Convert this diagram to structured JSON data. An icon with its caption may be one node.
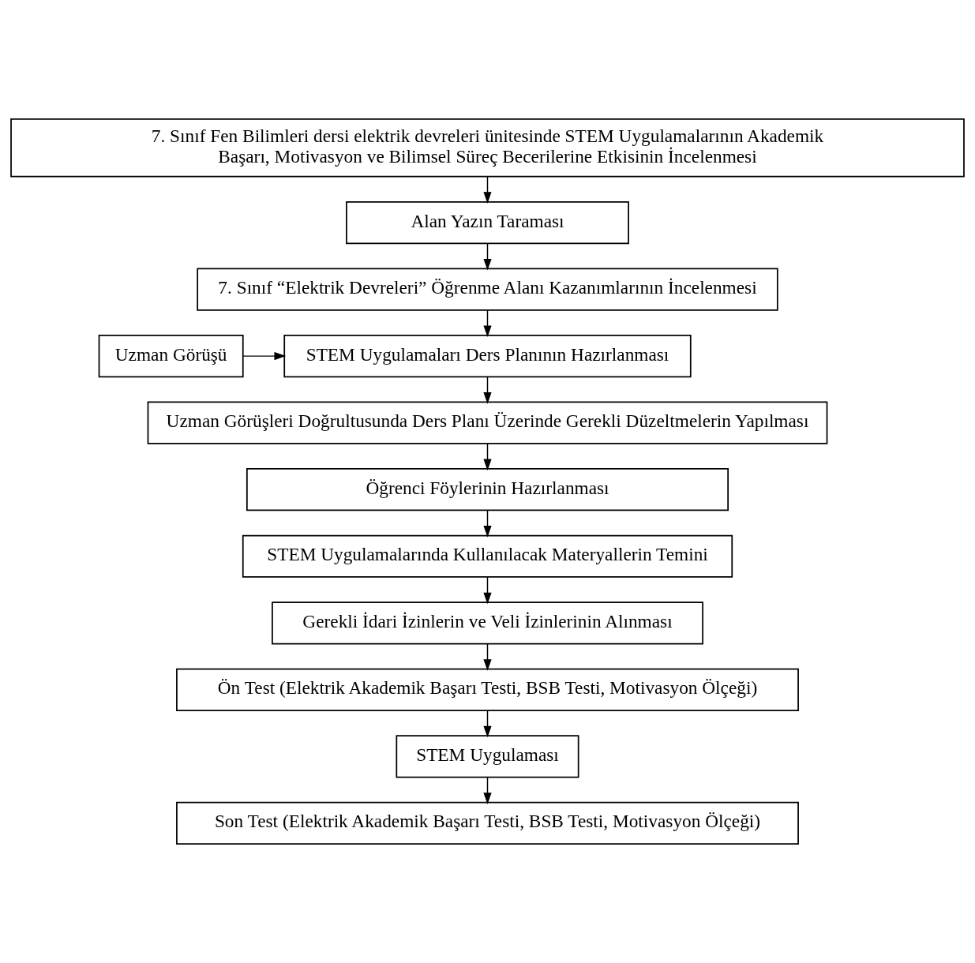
{
  "diagram": {
    "nodes": [
      {
        "text": [
          "7. Sınıf Fen Bilimleri dersi elektrik devreleri ünitesinde STEM Uygulamalarının Akademik Başarı, Motivasyon ve Bilimsel Süreç Becerilerine Etkisinin İncelenmesi"
        ]
      },
      {
        "text": [
          "Alan Yazın Taraması"
        ]
      },
      {
        "text": [
          "7. Sınıf “Elektrik Devreleri” Öğrenme Alanı Kazanımlarının İncelenmesi"
        ]
      },
      {
        "text": [
          "STEM Uygulamaları Ders Planının Hazırlanması"
        ]
      },
      {
        "text": [
          "Uzman Görüşü"
        ]
      },
      {
        "text": [
          "Uzman Görüşleri Doğrultusunda Ders Planı Üzerinde Gerekli Düzeltmelerin Yapılması"
        ]
      },
      {
        "text": [
          "Öğrenci Föylerinin Hazırlanması"
        ]
      },
      {
        "text": [
          "STEM Uygulamalarında Kullanılacak Materyallerin Temini"
        ]
      },
      {
        "text": [
          "Gerekli İdari İzinlerin ve Veli İzinlerinin Alınması"
        ]
      },
      {
        "text": [
          "Ön Test (Elektrik Akademik Başarı Testi, BSB Testi, Motivasyon Ölçeği)"
        ]
      },
      {
        "text": [
          "STEM Uygulaması"
        ]
      },
      {
        "text": [
          "Son Test (Elektrik Akademik Başarı Testi, BSB Testi, Motivasyon Ölçeği)"
        ]
      }
    ],
    "edges": [
      {
        "from": 0,
        "to": 1,
        "arrow": "to"
      },
      {
        "from": 1,
        "to": 2,
        "arrow": "to"
      },
      {
        "from": 2,
        "to": 3,
        "arrow": "to"
      },
      {
        "from": 4,
        "to": 3,
        "arrow": "to"
      },
      {
        "from": 3,
        "to": 5,
        "arrow": "to"
      },
      {
        "from": 5,
        "to": 6,
        "arrow": "to"
      },
      {
        "from": 6,
        "to": 7,
        "arrow": "to"
      },
      {
        "from": 7,
        "to": 8,
        "arrow": "to"
      },
      {
        "from": 8,
        "to": 9,
        "arrow": "to"
      },
      {
        "from": 9,
        "to": 10,
        "arrow": "to"
      },
      {
        "from": 10,
        "to": 11,
        "arrow": "to"
      }
    ]
  }
}
